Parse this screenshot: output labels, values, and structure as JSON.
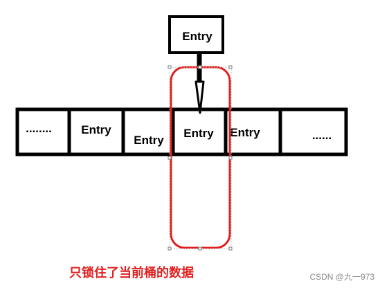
{
  "diagram": {
    "top_node": {
      "label": "Entry"
    },
    "bucket_cells": [
      {
        "label": "........"
      },
      {
        "label": "Entry"
      },
      {
        "label": "Entry"
      },
      {
        "label": "Entry"
      },
      {
        "label": "Entry"
      },
      {
        "label": "......"
      }
    ],
    "locked_bucket_index": 3
  },
  "caption": "只锁住了当前桶的数据",
  "watermark": "CSDN @九一973",
  "colors": {
    "stroke": "#000000",
    "lock_outline": "#e02020",
    "caption": "#e02020",
    "watermark": "#8a8a8a",
    "background": "#ffffff"
  }
}
